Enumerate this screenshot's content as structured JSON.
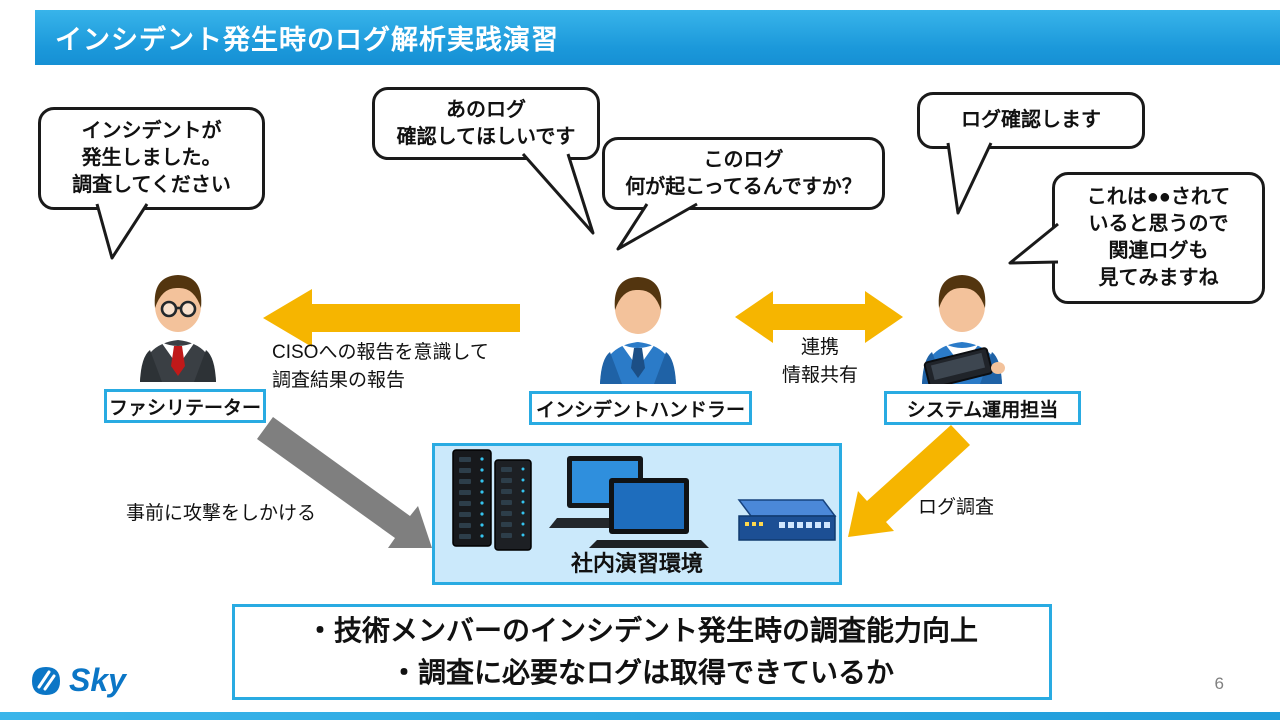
{
  "header": {
    "title": "インシデント発生時のログ解析実践演習"
  },
  "bubbles": {
    "incident_report": "インシデントが\n発生しました。\n調査してください",
    "log_check_request": "あのログ\n確認してほしいです",
    "log_question": "このログ\n何が起こってるんですか？",
    "log_confirm": "ログ確認します",
    "analysis_comment": "これは●●されて\nいると思うので\n関連ログも\n見てみますね"
  },
  "actors": {
    "facilitator": "ファシリテーター",
    "incident_handler": "インシデントハンドラー",
    "system_operator": "システム運用担当"
  },
  "arrow_labels": {
    "report": "CISOへの報告を意識して\n調査結果の報告",
    "cooperation": "連携\n情報共有",
    "pre_attack": "事前に攻撃をしかける",
    "log_survey": "ログ調査"
  },
  "environment": {
    "label": "社内演習環境"
  },
  "summary": {
    "text": "・技術メンバーのインシデント発生時の調査能力向上\n・調査に必要なログは取得できているか"
  },
  "footer": {
    "logo_text": "Sky",
    "page_number": "6"
  },
  "colors": {
    "accent_cyan": "#29ABE2",
    "header_blue": "#1B98DA",
    "arrow_yellow": "#F6B500",
    "arrow_gray": "#7F7F7F",
    "environment_bg": "#CBE9FB",
    "logo_blue": "#0B76C6"
  }
}
